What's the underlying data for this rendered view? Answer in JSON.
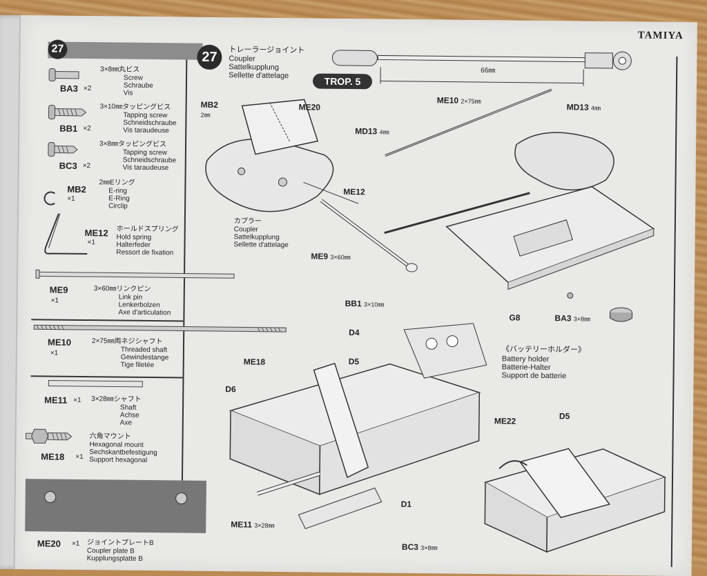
{
  "brand": "TAMIYA",
  "parts_panel": {
    "step": "27",
    "parts": [
      {
        "code": "BA3",
        "qty": "×2",
        "name_jp": "3×8㎜丸ビス",
        "names": [
          "Screw",
          "Schraube",
          "Vis"
        ]
      },
      {
        "code": "BB1",
        "qty": "×2",
        "name_jp": "3×10㎜タッピングビス",
        "names": [
          "Tapping screw",
          "Schneidschraube",
          "Vis taraudeuse"
        ]
      },
      {
        "code": "BC3",
        "qty": "×2",
        "name_jp": "3×8㎜タッピングビス",
        "names": [
          "Tapping screw",
          "Schneidschraube",
          "Vis taraudeuse"
        ]
      },
      {
        "code": "MB2",
        "qty": "×1",
        "name_jp": "2㎜Eリング",
        "names": [
          "E-ring",
          "E-Ring",
          "Circlip"
        ]
      },
      {
        "code": "ME12",
        "qty": "×1",
        "name_jp": "ホールドスプリング",
        "names": [
          "Hold spring",
          "Halterfeder",
          "Ressort de fixation"
        ]
      },
      {
        "code": "ME9",
        "qty": "×1",
        "name_jp": "3×60㎜リンクピン",
        "names": [
          "Link pin",
          "Lenkerbolzen",
          "Axe d'articulation"
        ]
      },
      {
        "code": "ME10",
        "qty": "×1",
        "name_jp": "2×75㎜両ネジシャフト",
        "names": [
          "Threaded shaft",
          "Gewindestange",
          "Tige filetée"
        ]
      },
      {
        "code": "ME11",
        "qty": "×1",
        "name_jp": "3×28㎜シャフト",
        "names": [
          "Shaft",
          "Achse",
          "Axe"
        ]
      },
      {
        "code": "ME18",
        "qty": "×1",
        "name_jp": "六角マウント",
        "names": [
          "Hexagonal mount",
          "Sechskantbefestigung",
          "Support hexagonal"
        ]
      },
      {
        "code": "ME20",
        "qty": "×1",
        "name_jp": "ジョイントプレートB",
        "names": [
          "Coupler plate B",
          "Kupplungsplatte B"
        ]
      }
    ]
  },
  "main": {
    "step": "27",
    "title_jp": "トレーラージョイント",
    "title_names": [
      "Coupler",
      "Sattelkupplung",
      "Sellette d'attelage"
    ],
    "trop_badge": "TROP. 5",
    "dimension": "66㎜",
    "coupler_label": [
      "カプラー",
      "Coupler",
      "Sattelkupplung",
      "Sellette d'attelage"
    ],
    "battery_label": [
      "《バッテリーホルダー》",
      "Battery holder",
      "Batterie-Halter",
      "Support de batterie"
    ],
    "callouts": {
      "mb2": "MB2",
      "mb2_dim": "2㎜",
      "me20": "ME20",
      "me12": "ME12",
      "me9": "ME9",
      "me9_dim": "3×60㎜",
      "me10": "ME10",
      "me10_dim": "2×75㎜",
      "md13a": "MD13",
      "md13a_dim": "4㎜",
      "md13b": "MD13",
      "md13b_dim": "4㎜",
      "bb1": "BB1",
      "bb1_dim": "3×10㎜",
      "d4": "D4",
      "d5": "D5",
      "d6": "D6",
      "me18": "ME18",
      "me11": "ME11",
      "me11_dim": "3×28㎜",
      "d1": "D1",
      "bc3": "BC3",
      "bc3_dim": "3×8㎜",
      "g8": "G8",
      "ba3": "BA3",
      "ba3_dim": "3×8㎜",
      "me22": "ME22",
      "d5b": "D5"
    }
  }
}
